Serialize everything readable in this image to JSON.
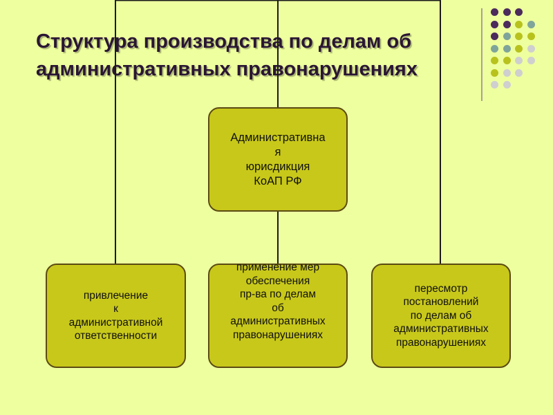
{
  "slide": {
    "title_lines": [
      "Структура производства по делам об",
      "административных правонарушениях"
    ]
  },
  "diagram": {
    "top_box": "Административна\nя\nюрисдикция\nКоАП РФ",
    "bottom_boxes": [
      "привлечение\nк\nадминистративной\nответственности",
      "применение мер\nобеспечения\nпр-ва по делам\nоб\nадминистративных\nправонарушениях",
      "пересмотр\nпостановлений\nпо делам об\nадминистративных\nправонарушениях"
    ]
  },
  "colors": {
    "background": "#eeff9f",
    "box_fill": "#c8c81a",
    "box_border": "#5a4a14",
    "title_text": "#2a1634",
    "dot_purple": "#4b2a5c",
    "dot_olive": "#b8c21d",
    "dot_teal": "#7fa59a",
    "dot_gray": "#cfcfcf"
  },
  "decoration": {
    "dot_grid": [
      [
        "dot_purple",
        "dot_purple",
        "dot_purple"
      ],
      [
        "dot_purple",
        "dot_purple",
        "dot_olive",
        "dot_teal"
      ],
      [
        "dot_purple",
        "dot_teal",
        "dot_olive",
        "dot_olive"
      ],
      [
        "dot_teal",
        "dot_teal",
        "dot_olive",
        "dot_gray"
      ],
      [
        "dot_olive",
        "dot_olive",
        "dot_gray",
        "dot_gray"
      ],
      [
        "dot_olive",
        "dot_gray",
        "dot_gray"
      ],
      [
        "dot_gray",
        "dot_gray"
      ]
    ]
  }
}
